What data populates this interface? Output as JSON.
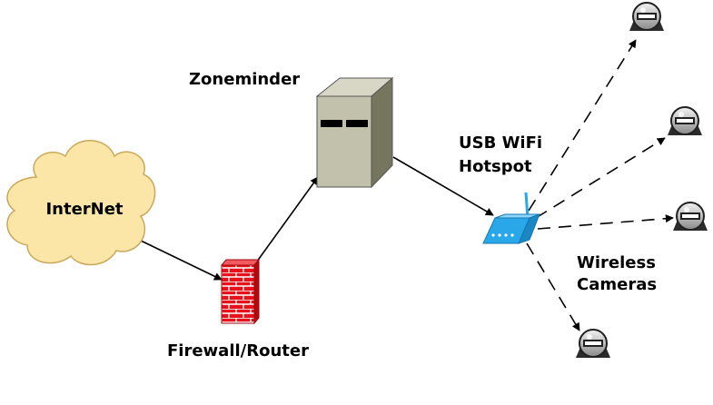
{
  "labels": {
    "internet": "InterNet",
    "zoneminder": "Zoneminder",
    "firewall_router": "Firewall/Router",
    "usb_wifi_line1": "USB WiFi",
    "usb_wifi_line2": "Hotspot",
    "wireless_line1": "Wireless",
    "wireless_line2": "Cameras"
  },
  "nodes": [
    {
      "id": "internet",
      "icon": "cloud-icon"
    },
    {
      "id": "firewall",
      "icon": "brick-firewall-icon"
    },
    {
      "id": "zoneminder",
      "icon": "server-tower-icon"
    },
    {
      "id": "hotspot",
      "icon": "wifi-access-point-icon"
    },
    {
      "id": "camera-1",
      "icon": "dome-camera-icon"
    },
    {
      "id": "camera-2",
      "icon": "dome-camera-icon"
    },
    {
      "id": "camera-3",
      "icon": "dome-camera-icon"
    },
    {
      "id": "camera-4",
      "icon": "dome-camera-icon"
    }
  ],
  "edges": [
    {
      "from": "internet",
      "to": "firewall",
      "style": "solid"
    },
    {
      "from": "firewall",
      "to": "zoneminder",
      "style": "solid"
    },
    {
      "from": "zoneminder",
      "to": "hotspot",
      "style": "solid"
    },
    {
      "from": "hotspot",
      "to": "camera-1",
      "style": "dashed"
    },
    {
      "from": "hotspot",
      "to": "camera-2",
      "style": "dashed"
    },
    {
      "from": "hotspot",
      "to": "camera-3",
      "style": "dashed"
    },
    {
      "from": "hotspot",
      "to": "camera-4",
      "style": "dashed"
    }
  ],
  "colors": {
    "cloud_fill": "#fbe6a8",
    "firewall_red": "#e8111a",
    "server_face": "#c2c1ac",
    "hotspot_blue": "#2aa7e8",
    "line": "#000000"
  }
}
